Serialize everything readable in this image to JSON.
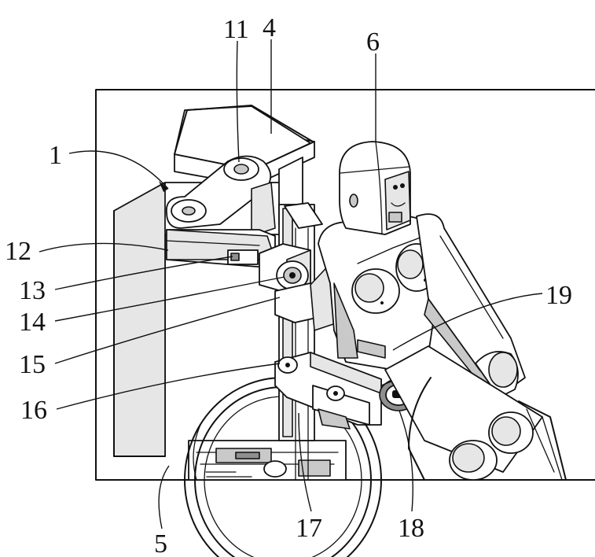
{
  "labels": {
    "n1": "1",
    "n4": "4",
    "n5": "5",
    "n6": "6",
    "n11": "11",
    "n12": "12",
    "n13": "13",
    "n14": "14",
    "n15": "15",
    "n16": "16",
    "n17": "17",
    "n18": "18",
    "n19": "19"
  }
}
